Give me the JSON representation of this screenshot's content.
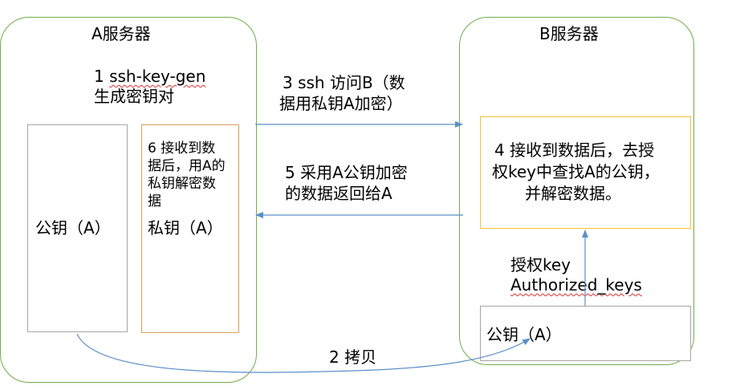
{
  "server_a": {
    "title": "A服务器",
    "step1": {
      "num": "1",
      "cmd": "ssh-key-gen",
      "line2": "生成密钥对"
    },
    "public_key_box": {
      "label": "公钥（A）"
    },
    "private_key_box": {
      "step6_lines": [
        "6 接收到数",
        "据后，用A的",
        "私钥解密数",
        "据"
      ],
      "label": "私钥（A）"
    }
  },
  "server_b": {
    "title": "B服务器",
    "step4_lines": [
      "4 接收到数据后，去授",
      "权key中查找A的公钥，",
      "并解密数据。"
    ],
    "auth_label": {
      "line1": "授权key",
      "line2": "Authorized_keys"
    },
    "public_key_box": {
      "label": "公钥（A）"
    }
  },
  "arrows": {
    "step3_lines": [
      "3 ssh 访问B（数",
      "据用私钥A加密）"
    ],
    "step5_lines": [
      "5 采用A公钥加密",
      "的数据返回给A"
    ],
    "step2": "2 拷贝"
  },
  "colors": {
    "server_border": "#70ad47",
    "arrow": "#5b8fc9",
    "highlight_border": "#f2c232",
    "private_border": "#d9a05b",
    "plain_border": "#a6a6a6"
  }
}
